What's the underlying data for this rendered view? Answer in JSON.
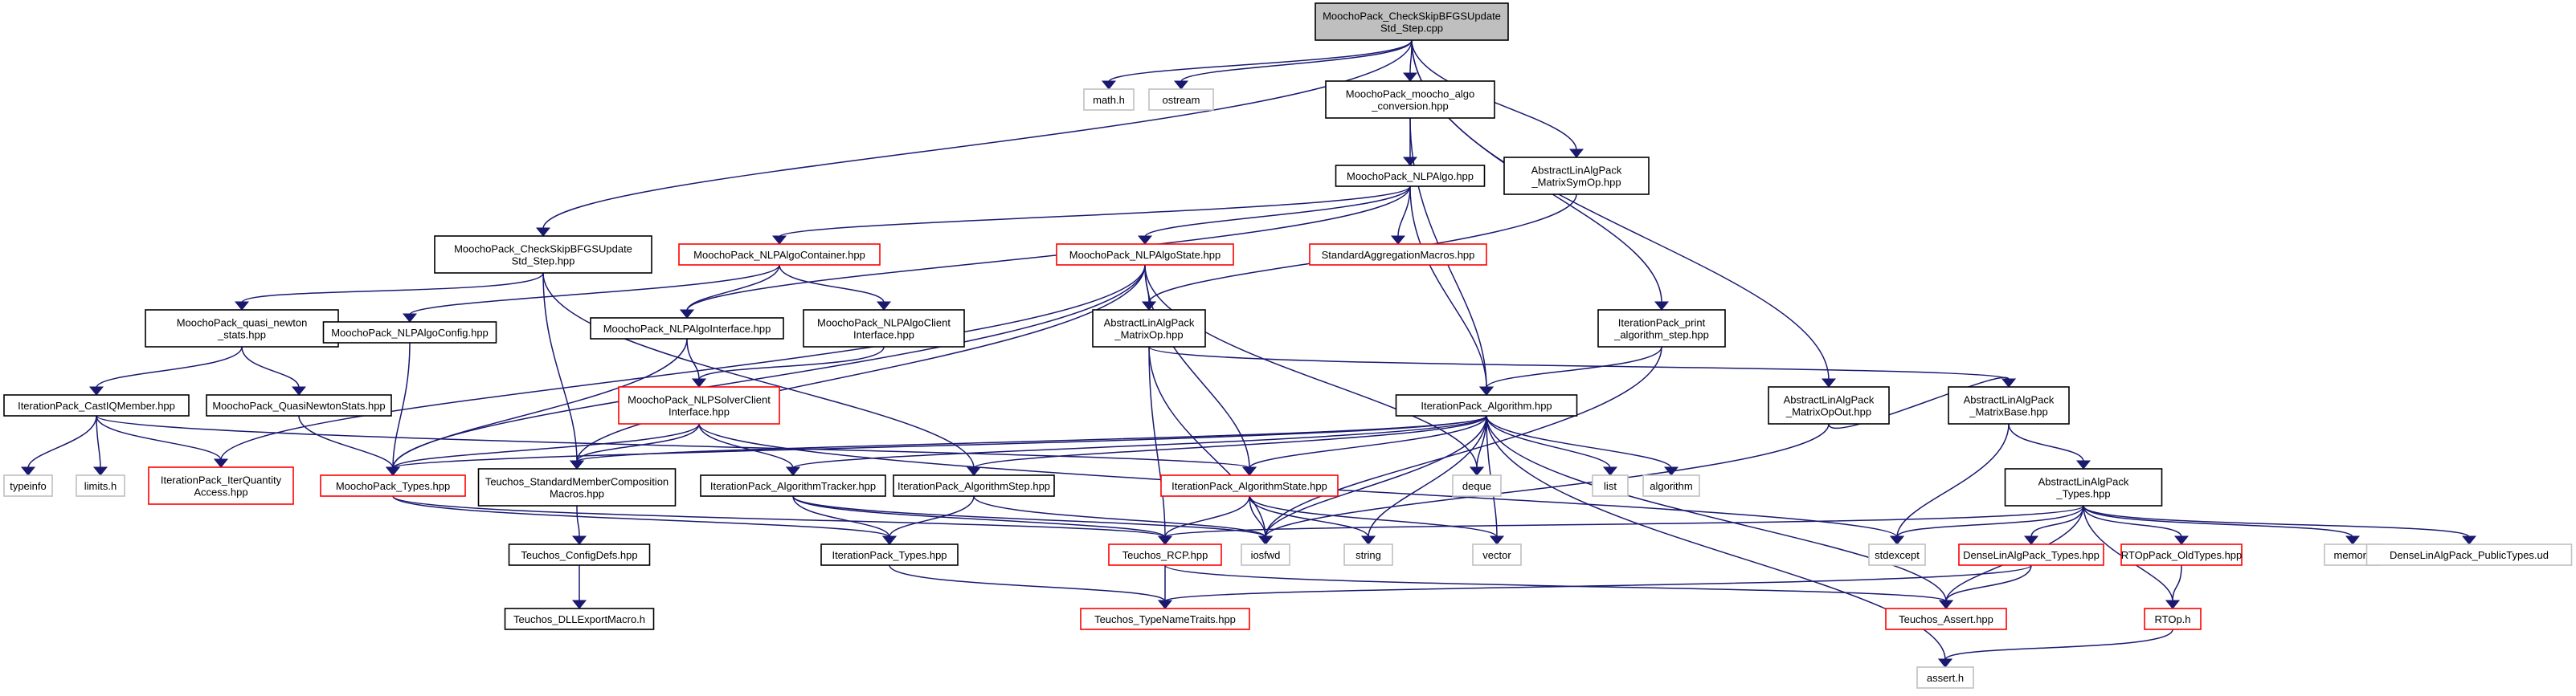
{
  "colors": {
    "edge": "#191970",
    "box_normal": "#000000",
    "box_truncated": "#ff0000",
    "box_system": "#bfbfbf",
    "root_fill": "#bfbfbf",
    "text": "#000000"
  },
  "nodes": [
    {
      "id": "root",
      "lines": [
        "MoochoPack_CheckSkipBFGSUpdate",
        "Std_Step.cpp"
      ],
      "kind": "root"
    },
    {
      "id": "mathh",
      "lines": [
        "math.h"
      ],
      "kind": "system"
    },
    {
      "id": "ostream",
      "lines": [
        "ostream"
      ],
      "kind": "system"
    },
    {
      "id": "moochoalgo",
      "lines": [
        "MoochoPack_moocho_algo",
        "_conversion.hpp"
      ],
      "kind": "normal"
    },
    {
      "id": "nlpalgo",
      "lines": [
        "MoochoPack_NLPAlgo.hpp"
      ],
      "kind": "normal"
    },
    {
      "id": "abssymop",
      "lines": [
        "AbstractLinAlgPack",
        "_MatrixSymOp.hpp"
      ],
      "kind": "normal"
    },
    {
      "id": "chkhpp",
      "lines": [
        "MoochoPack_CheckSkipBFGSUpdate",
        "Std_Step.hpp"
      ],
      "kind": "normal"
    },
    {
      "id": "nlpcont",
      "lines": [
        "MoochoPack_NLPAlgoContainer.hpp"
      ],
      "kind": "truncated"
    },
    {
      "id": "nlpstate",
      "lines": [
        "MoochoPack_NLPAlgoState.hpp"
      ],
      "kind": "truncated"
    },
    {
      "id": "stdagg",
      "lines": [
        "StandardAggregationMacros.hpp"
      ],
      "kind": "truncated"
    },
    {
      "id": "quasi",
      "lines": [
        "MoochoPack_quasi_newton",
        "_stats.hpp"
      ],
      "kind": "normal"
    },
    {
      "id": "nlpconfig",
      "lines": [
        "MoochoPack_NLPAlgoConfig.hpp"
      ],
      "kind": "normal"
    },
    {
      "id": "nlpiface",
      "lines": [
        "MoochoPack_NLPAlgoInterface.hpp"
      ],
      "kind": "normal"
    },
    {
      "id": "nlpclient",
      "lines": [
        "MoochoPack_NLPAlgoClient",
        "Interface.hpp"
      ],
      "kind": "normal"
    },
    {
      "id": "absmatop",
      "lines": [
        "AbstractLinAlgPack",
        "_MatrixOp.hpp"
      ],
      "kind": "normal"
    },
    {
      "id": "printstep",
      "lines": [
        "IterationPack_print",
        "_algorithm_step.hpp"
      ],
      "kind": "normal"
    },
    {
      "id": "castiq",
      "lines": [
        "IterationPack_CastIQMember.hpp"
      ],
      "kind": "normal"
    },
    {
      "id": "qnstats",
      "lines": [
        "MoochoPack_QuasiNewtonStats.hpp"
      ],
      "kind": "normal"
    },
    {
      "id": "solverclient",
      "lines": [
        "MoochoPack_NLPSolverClient",
        "Interface.hpp"
      ],
      "kind": "truncated"
    },
    {
      "id": "italgo",
      "lines": [
        "IterationPack_Algorithm.hpp"
      ],
      "kind": "normal"
    },
    {
      "id": "absopout",
      "lines": [
        "AbstractLinAlgPack",
        "_MatrixOpOut.hpp"
      ],
      "kind": "normal"
    },
    {
      "id": "absbase",
      "lines": [
        "AbstractLinAlgPack",
        "_MatrixBase.hpp"
      ],
      "kind": "normal"
    },
    {
      "id": "typeinfo",
      "lines": [
        "typeinfo"
      ],
      "kind": "system"
    },
    {
      "id": "limitsh",
      "lines": [
        "limits.h"
      ],
      "kind": "system"
    },
    {
      "id": "iterqty",
      "lines": [
        "IterationPack_IterQuantity",
        "Access.hpp"
      ],
      "kind": "truncated"
    },
    {
      "id": "mptypes",
      "lines": [
        "MoochoPack_Types.hpp"
      ],
      "kind": "truncated"
    },
    {
      "id": "stdmember",
      "lines": [
        "Teuchos_StandardMemberComposition",
        "Macros.hpp"
      ],
      "kind": "normal"
    },
    {
      "id": "ittracker",
      "lines": [
        "IterationPack_AlgorithmTracker.hpp"
      ],
      "kind": "normal"
    },
    {
      "id": "itstep",
      "lines": [
        "IterationPack_AlgorithmStep.hpp"
      ],
      "kind": "normal"
    },
    {
      "id": "itstate",
      "lines": [
        "IterationPack_AlgorithmState.hpp"
      ],
      "kind": "truncated"
    },
    {
      "id": "deque",
      "lines": [
        "deque"
      ],
      "kind": "system"
    },
    {
      "id": "list",
      "lines": [
        "list"
      ],
      "kind": "system"
    },
    {
      "id": "algorithm",
      "lines": [
        "algorithm"
      ],
      "kind": "system"
    },
    {
      "id": "abstypes",
      "lines": [
        "AbstractLinAlgPack",
        "_Types.hpp"
      ],
      "kind": "normal"
    },
    {
      "id": "configdefs",
      "lines": [
        "Teuchos_ConfigDefs.hpp"
      ],
      "kind": "normal"
    },
    {
      "id": "ittypes",
      "lines": [
        "IterationPack_Types.hpp"
      ],
      "kind": "normal"
    },
    {
      "id": "rcp",
      "lines": [
        "Teuchos_RCP.hpp"
      ],
      "kind": "truncated"
    },
    {
      "id": "iosfwd",
      "lines": [
        "iosfwd"
      ],
      "kind": "system"
    },
    {
      "id": "string",
      "lines": [
        "string"
      ],
      "kind": "system"
    },
    {
      "id": "vector",
      "lines": [
        "vector"
      ],
      "kind": "system"
    },
    {
      "id": "stdexcept",
      "lines": [
        "stdexcept"
      ],
      "kind": "system"
    },
    {
      "id": "dltypes",
      "lines": [
        "DenseLinAlgPack_Types.hpp"
      ],
      "kind": "truncated"
    },
    {
      "id": "rtopold",
      "lines": [
        "RTOpPack_OldTypes.hpp"
      ],
      "kind": "truncated"
    },
    {
      "id": "memory",
      "lines": [
        "memory"
      ],
      "kind": "system"
    },
    {
      "id": "dlpub",
      "lines": [
        "DenseLinAlgPack_PublicTypes.ud"
      ],
      "kind": "system"
    },
    {
      "id": "dllexport",
      "lines": [
        "Teuchos_DLLExportMacro.h"
      ],
      "kind": "normal"
    },
    {
      "id": "typename",
      "lines": [
        "Teuchos_TypeNameTraits.hpp"
      ],
      "kind": "truncated"
    },
    {
      "id": "assert",
      "lines": [
        "Teuchos_Assert.hpp"
      ],
      "kind": "truncated"
    },
    {
      "id": "rtoph",
      "lines": [
        "RTOp.h"
      ],
      "kind": "truncated"
    },
    {
      "id": "asserth",
      "lines": [
        "assert.h"
      ],
      "kind": "system"
    }
  ],
  "edges": [
    [
      "root",
      "mathh"
    ],
    [
      "root",
      "ostream"
    ],
    [
      "root",
      "moochoalgo"
    ],
    [
      "root",
      "abssymop"
    ],
    [
      "root",
      "chkhpp"
    ],
    [
      "root",
      "printstep"
    ],
    [
      "root",
      "absopout"
    ],
    [
      "moochoalgo",
      "nlpalgo"
    ],
    [
      "moochoalgo",
      "italgo"
    ],
    [
      "nlpalgo",
      "nlpcont"
    ],
    [
      "nlpalgo",
      "nlpstate"
    ],
    [
      "nlpalgo",
      "stdagg"
    ],
    [
      "nlpalgo",
      "nlpiface"
    ],
    [
      "nlpalgo",
      "italgo"
    ],
    [
      "abssymop",
      "absmatop"
    ],
    [
      "chkhpp",
      "quasi"
    ],
    [
      "chkhpp",
      "stdmember"
    ],
    [
      "chkhpp",
      "itstep"
    ],
    [
      "nlpcont",
      "nlpconfig"
    ],
    [
      "nlpcont",
      "nlpiface"
    ],
    [
      "nlpcont",
      "nlpclient"
    ],
    [
      "nlpstate",
      "iterqty"
    ],
    [
      "nlpstate",
      "mptypes"
    ],
    [
      "nlpstate",
      "stdmember"
    ],
    [
      "nlpstate",
      "absmatop"
    ],
    [
      "nlpstate",
      "itstate"
    ],
    [
      "nlpstate",
      "deque"
    ],
    [
      "quasi",
      "castiq"
    ],
    [
      "quasi",
      "qnstats"
    ],
    [
      "nlpconfig",
      "mptypes"
    ],
    [
      "nlpiface",
      "mptypes"
    ],
    [
      "nlpiface",
      "solverclient"
    ],
    [
      "nlpclient",
      "solverclient"
    ],
    [
      "absmatop",
      "absbase"
    ],
    [
      "absmatop",
      "rcp"
    ],
    [
      "absmatop",
      "iosfwd"
    ],
    [
      "printstep",
      "italgo"
    ],
    [
      "printstep",
      "iosfwd"
    ],
    [
      "castiq",
      "typeinfo"
    ],
    [
      "castiq",
      "limitsh"
    ],
    [
      "castiq",
      "iterqty"
    ],
    [
      "castiq",
      "itstate"
    ],
    [
      "qnstats",
      "mptypes"
    ],
    [
      "solverclient",
      "mptypes"
    ],
    [
      "solverclient",
      "stdmember"
    ],
    [
      "solverclient",
      "ittracker"
    ],
    [
      "solverclient",
      "stdexcept"
    ],
    [
      "italgo",
      "mptypes"
    ],
    [
      "italgo",
      "stdmember"
    ],
    [
      "italgo",
      "ittracker"
    ],
    [
      "italgo",
      "itstep"
    ],
    [
      "italgo",
      "itstate"
    ],
    [
      "italgo",
      "deque"
    ],
    [
      "italgo",
      "list"
    ],
    [
      "italgo",
      "algorithm"
    ],
    [
      "italgo",
      "iosfwd"
    ],
    [
      "italgo",
      "string"
    ],
    [
      "italgo",
      "vector"
    ],
    [
      "italgo",
      "assert"
    ],
    [
      "italgo",
      "asserth"
    ],
    [
      "absopout",
      "absbase"
    ],
    [
      "absopout",
      "iosfwd"
    ],
    [
      "absbase",
      "abstypes"
    ],
    [
      "absbase",
      "stdexcept"
    ],
    [
      "mptypes",
      "ittypes"
    ],
    [
      "mptypes",
      "rcp"
    ],
    [
      "stdmember",
      "configdefs"
    ],
    [
      "ittracker",
      "ittypes"
    ],
    [
      "ittracker",
      "rcp"
    ],
    [
      "ittracker",
      "iosfwd"
    ],
    [
      "itstep",
      "ittypes"
    ],
    [
      "itstep",
      "iosfwd"
    ],
    [
      "itstate",
      "rcp"
    ],
    [
      "itstate",
      "iosfwd"
    ],
    [
      "itstate",
      "string"
    ],
    [
      "itstate",
      "vector"
    ],
    [
      "abstypes",
      "rcp"
    ],
    [
      "abstypes",
      "stdexcept"
    ],
    [
      "abstypes",
      "dltypes"
    ],
    [
      "abstypes",
      "rtopold"
    ],
    [
      "abstypes",
      "memory"
    ],
    [
      "abstypes",
      "dlpub"
    ],
    [
      "abstypes",
      "rtoph"
    ],
    [
      "abstypes",
      "assert"
    ],
    [
      "configdefs",
      "dllexport"
    ],
    [
      "ittypes",
      "typename"
    ],
    [
      "rcp",
      "typename"
    ],
    [
      "rcp",
      "assert"
    ],
    [
      "dltypes",
      "typename"
    ],
    [
      "dltypes",
      "assert"
    ],
    [
      "rtopold",
      "rtoph"
    ],
    [
      "rtoph",
      "asserth"
    ]
  ]
}
